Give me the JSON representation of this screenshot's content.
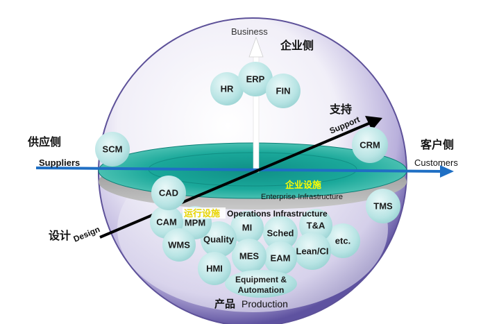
{
  "axes": {
    "business": "Business",
    "enterprise_side": "企业侧",
    "suppliers_side": "供应侧",
    "suppliers": "Suppliers",
    "customers_side": "客户侧",
    "customers": "Customers",
    "support_cn": "支持",
    "support": "Support",
    "design_cn": "设计",
    "design": "Design",
    "production_cn": "产品",
    "production": "Production"
  },
  "layers": {
    "enterprise_infra_cn": "企业设施",
    "enterprise_infra": "Enterprise  Infrastructure",
    "operations_infra_cn": "运行设施",
    "operations_infra": "Operations Infrastructure"
  },
  "bubbles": {
    "hr": "HR",
    "erp": "ERP",
    "fin": "FIN",
    "scm": "SCM",
    "crm": "CRM",
    "cad": "CAD",
    "cam": "CAM",
    "mpm": "MPM",
    "mi": "MI",
    "sched": "Sched",
    "ta": "T&A",
    "tms": "TMS",
    "etc": "etc.",
    "wms": "WMS",
    "quality": "Quality",
    "mes": "MES",
    "eam": "EAM",
    "lean": "Lean/CI",
    "hmi": "HMI",
    "equipment_1": "Equipment &",
    "equipment_2": "Automation"
  },
  "colors": {
    "sphere_edge": "#6b5fa8",
    "disk": "#1aa89a",
    "bubble": "#bfe8e8",
    "axis_blue": "#1f6fc4",
    "highlight_yellow": "#ffff00"
  }
}
